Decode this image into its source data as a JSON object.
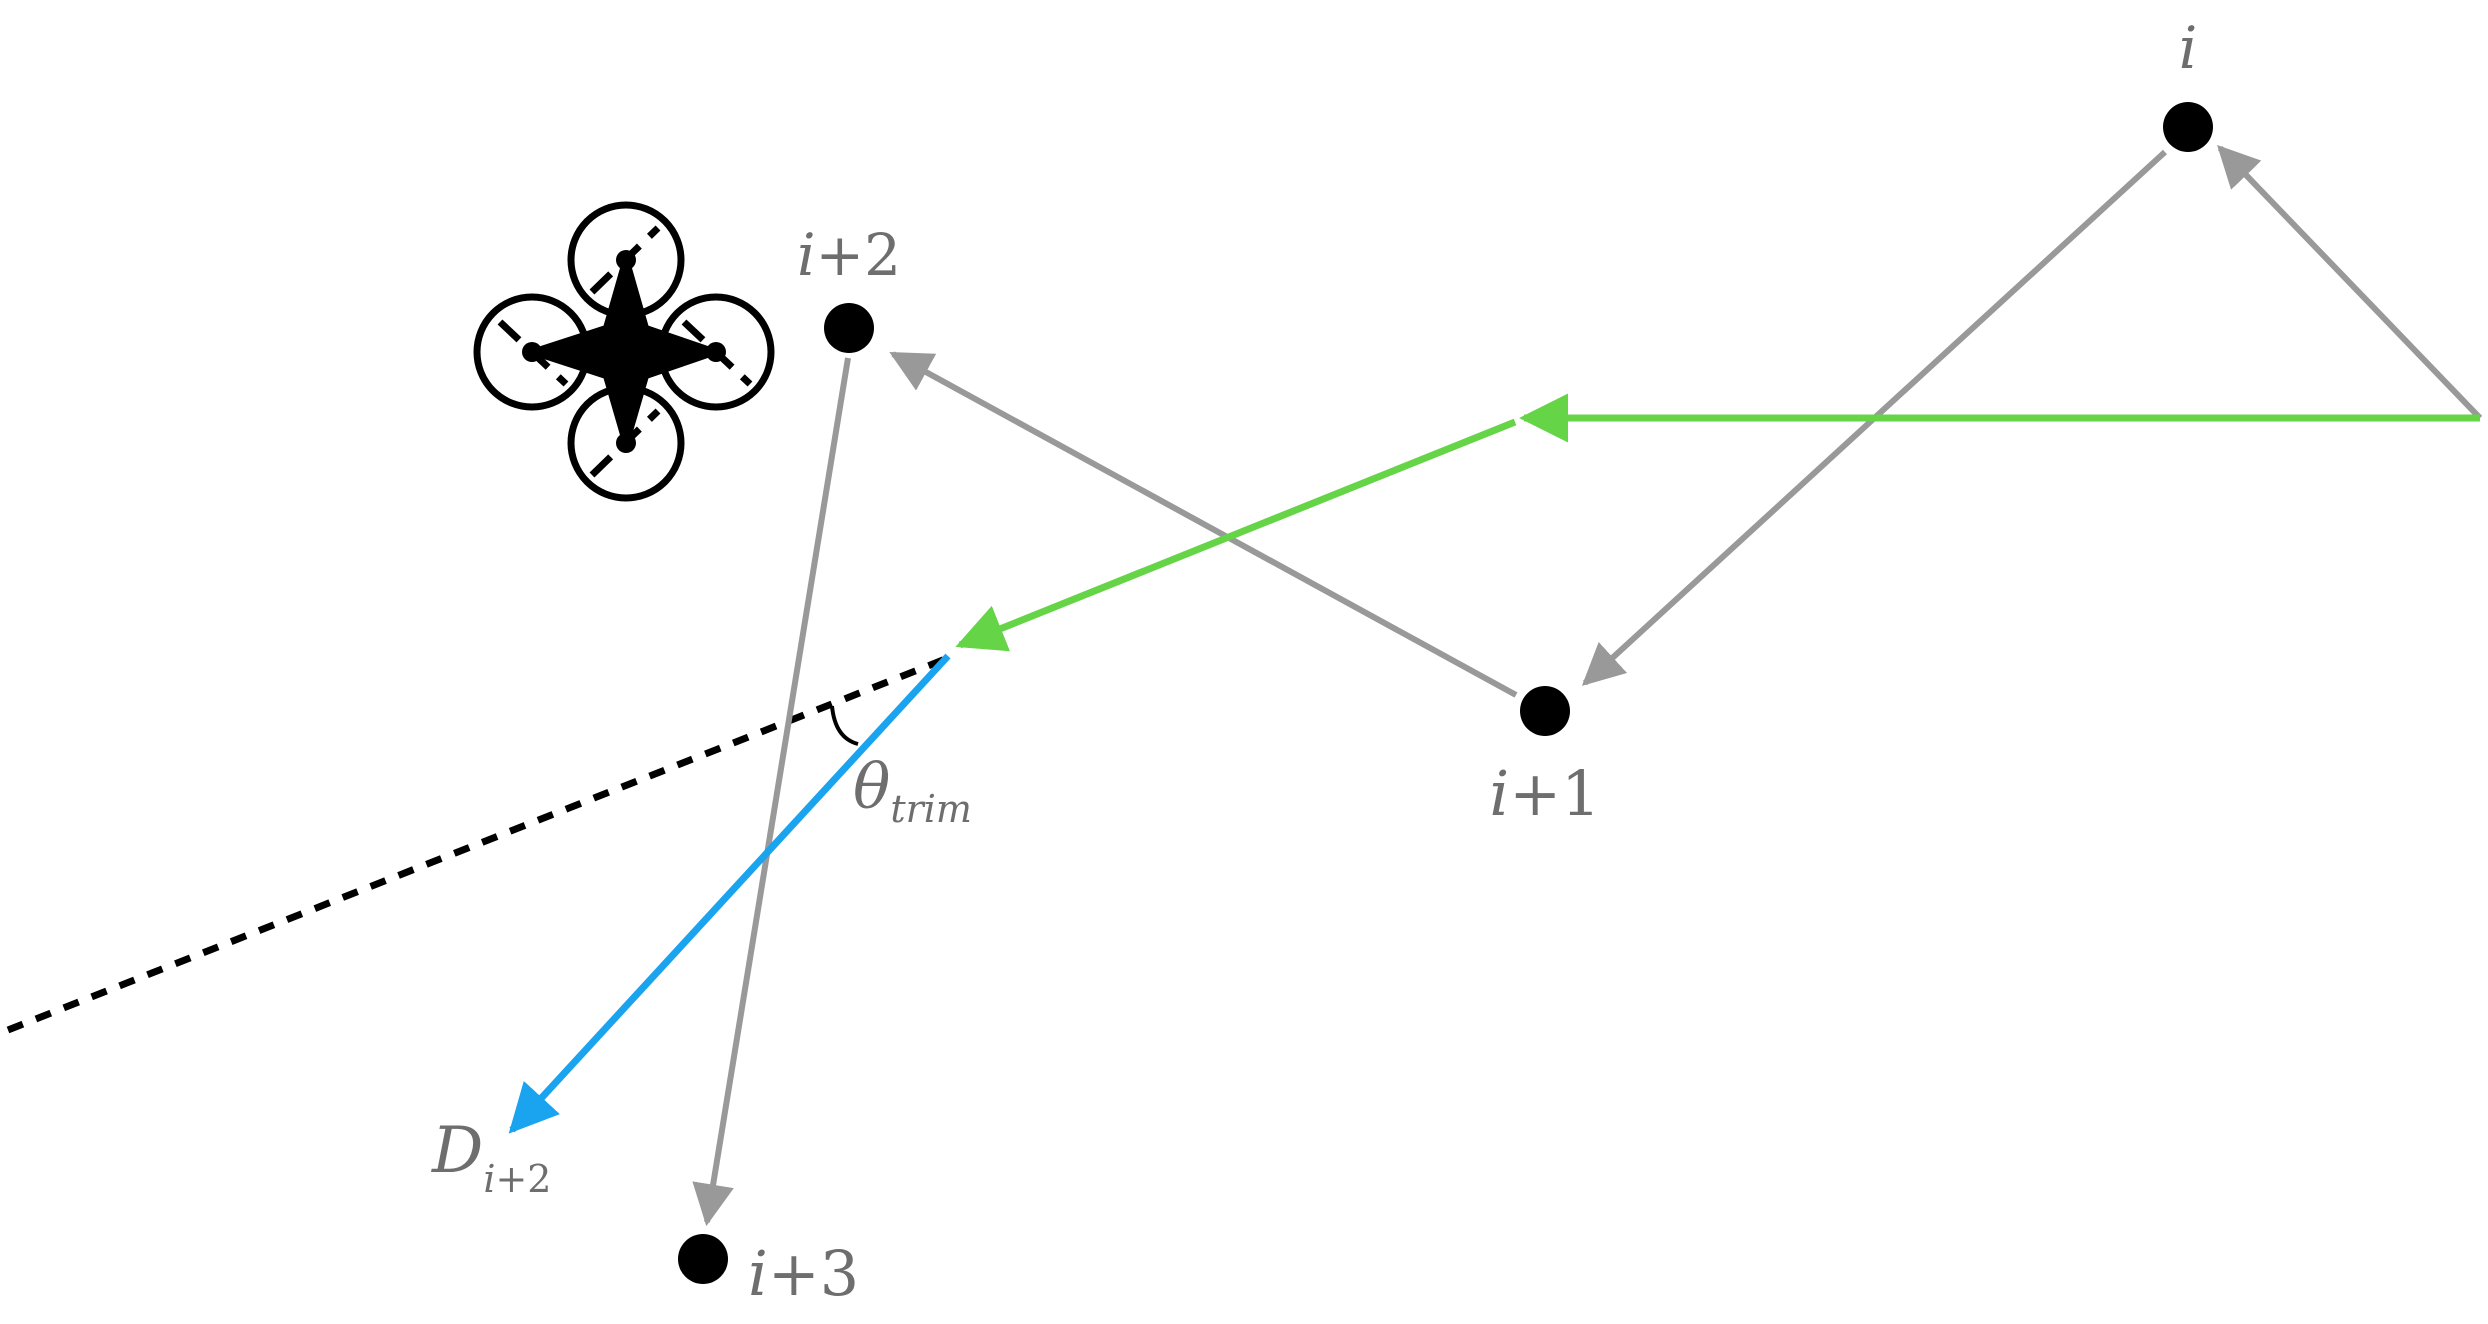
{
  "colors": {
    "gray_path": "#999999",
    "green_path": "#66d447",
    "blue_vector": "#1aa3ee",
    "node": "#000000",
    "label": "#6e6e6e",
    "dotted_line": "#000000"
  },
  "icons": {
    "drone": "quadcopter-icon"
  },
  "labels": {
    "node_i": {
      "var": "i",
      "suffix": ""
    },
    "node_i1": {
      "var": "i",
      "suffix": "+1"
    },
    "node_i2": {
      "var": "i",
      "suffix": "+2"
    },
    "node_i3": {
      "var": "i",
      "suffix": "+3"
    },
    "vector_d": {
      "main": "D",
      "sub_var": "i",
      "sub_suffix": "+2"
    },
    "angle": {
      "main": "θ",
      "sub": "trim"
    }
  }
}
